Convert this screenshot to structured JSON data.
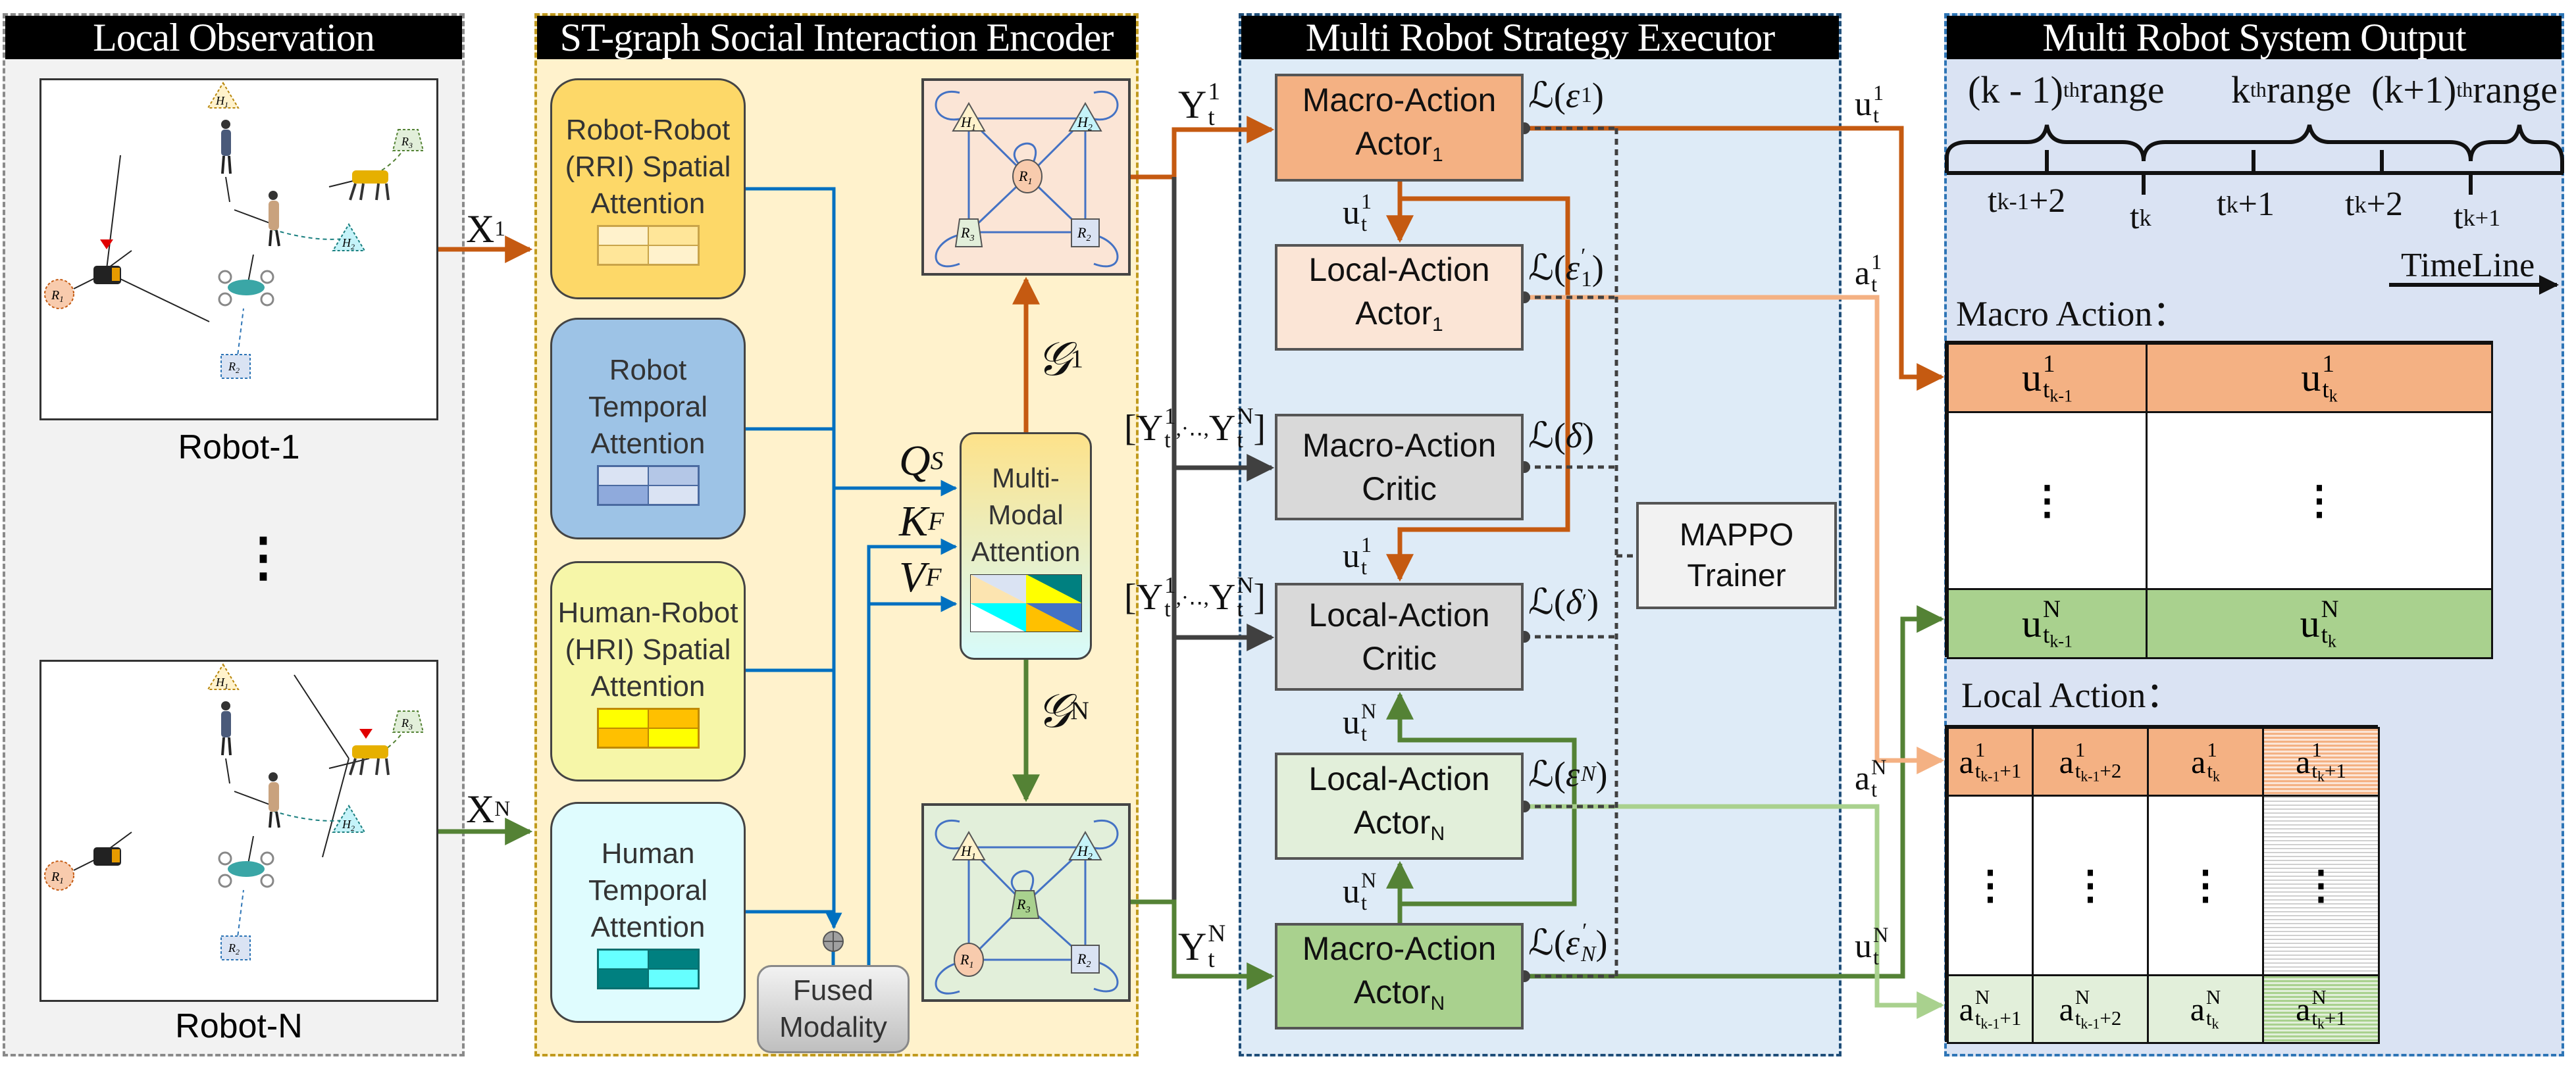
{
  "colors": {
    "orange": "#c55a11",
    "light_orange": "#f4b183",
    "green": "#548235",
    "light_green": "#a9d18e",
    "blue": "#0070c0",
    "dark": "#404040"
  },
  "panels": {
    "observation": {
      "title": "Local Observation",
      "robot_1_label": "Robot-1",
      "robot_n_label": "Robot-N",
      "ellipsis": "⋮"
    },
    "encoder": {
      "title": "ST-graph Social Interaction Encoder"
    },
    "executor": {
      "title": "Multi Robot Strategy Executor"
    },
    "output": {
      "title": "Multi Robot System Output"
    }
  },
  "nodes": {
    "R1": {
      "base": "R",
      "sub": "1"
    },
    "R2": {
      "base": "R",
      "sub": "2"
    },
    "R3": {
      "base": "R",
      "sub": "3"
    },
    "H1": {
      "base": "H",
      "sub": "1"
    },
    "H2": {
      "base": "H",
      "sub": "2"
    }
  },
  "encoder": {
    "rri": [
      "Robot-Robot",
      "(RRI) Spatial",
      "Attention"
    ],
    "robot_temporal": [
      "Robot",
      "Temporal",
      "Attention"
    ],
    "hri": [
      "Human-Robot",
      "(HRI) Spatial",
      "Attention"
    ],
    "human_temporal": [
      "Human",
      "Temporal",
      "Attention"
    ],
    "multimodal": [
      "Multi-",
      "Modal",
      "Attention"
    ],
    "fused": [
      "Fused",
      "Modality"
    ],
    "q": {
      "base": "Q",
      "sub": "S"
    },
    "k": {
      "base": "K",
      "sub": "F"
    },
    "v": {
      "base": "V",
      "sub": "F"
    },
    "g1": {
      "base": "𝒢",
      "sup": "1"
    },
    "gN": {
      "base": "𝒢",
      "sup": "N"
    }
  },
  "signals": {
    "x1": {
      "base": "X",
      "sup": "1"
    },
    "xN": {
      "base": "X",
      "sup": "N"
    },
    "y1": {
      "base": "Y",
      "sup": "1",
      "sub": "t"
    },
    "yN": {
      "base": "Y",
      "sup": "N",
      "sub": "t"
    },
    "y_all": {
      "open": "[",
      "first": "Y",
      "first_sup": "1",
      "first_sub": "t",
      "mid": ",·‥,",
      "last": "Y",
      "last_sup": "N",
      "last_sub": "t",
      "close": "]"
    },
    "u1": {
      "base": "u",
      "sup": "1",
      "sub": "t"
    },
    "uN": {
      "base": "u",
      "sup": "N",
      "sub": "t"
    },
    "a1": {
      "base": "a",
      "sup": "1",
      "sub": "t"
    },
    "aN": {
      "base": "a",
      "sup": "N",
      "sub": "t"
    }
  },
  "executor": {
    "macro_actor_1": {
      "line1": "Macro-Action",
      "line2": "Actor",
      "sub": "1"
    },
    "local_actor_1": {
      "line1": "Local-Action",
      "line2": "Actor",
      "sub": "1"
    },
    "macro_critic": {
      "line1": "Macro-Action",
      "line2": "Critic"
    },
    "local_critic": {
      "line1": "Local-Action",
      "line2": "Critic"
    },
    "local_actor_n": {
      "line1": "Local-Action",
      "line2": "Actor",
      "sub": "N"
    },
    "macro_actor_n": {
      "line1": "Macro-Action",
      "line2": "Actor",
      "sub": "N"
    },
    "trainer": [
      "MAPPO",
      "Trainer"
    ],
    "losses": [
      {
        "pre": "ℒ(",
        "sym": "ε",
        "sup": "",
        "sub": "1",
        "post": ")"
      },
      {
        "pre": "ℒ(",
        "sym": "ε",
        "sup": "′",
        "sub": "1",
        "post": ")"
      },
      {
        "pre": "ℒ(",
        "sym": "δ",
        "sup": "",
        "sub": "",
        "post": ")"
      },
      {
        "pre": "ℒ(",
        "sym": "δ",
        "sup": "′",
        "sub": "",
        "post": ")"
      },
      {
        "pre": "ℒ(",
        "sym": "ε",
        "sup": "",
        "sub": "N",
        "post": ")"
      },
      {
        "pre": "ℒ(",
        "sym": "ε",
        "sup": "′",
        "sub": "N",
        "post": ")"
      }
    ]
  },
  "output": {
    "ranges": [
      {
        "pre": "(k - 1)",
        "sup": "th",
        "post": " range"
      },
      {
        "pre": "k",
        "sup": "th",
        "post": "range"
      },
      {
        "pre": "(k+1)",
        "sup": "th",
        "post": " range"
      }
    ],
    "ticks": [
      {
        "base": "t",
        "sub": "k-1",
        "post": " +2"
      },
      {
        "base": "t",
        "sub": "k",
        "post": ""
      },
      {
        "base": "t",
        "sub": "k",
        "post": " +1"
      },
      {
        "base": "t",
        "sub": "k",
        "post": " +2"
      },
      {
        "base": "t",
        "sub": "k+1",
        "post": ""
      }
    ],
    "timeline_label": "TimeLine",
    "macro_title": "Macro Action：",
    "local_title": "Local Action：",
    "macro_table": {
      "row_1": [
        {
          "base": "u",
          "sup": "1",
          "sub": "t",
          "subsub": "k-1",
          "tail": ""
        },
        {
          "base": "u",
          "sup": "1",
          "sub": "t",
          "subsub": "k",
          "tail": ""
        }
      ],
      "row_mid": [
        "⋮",
        "⋮"
      ],
      "row_n": [
        {
          "base": "u",
          "sup": "N",
          "sub": "t",
          "subsub": "k-1",
          "tail": ""
        },
        {
          "base": "u",
          "sup": "N",
          "sub": "t",
          "subsub": "k",
          "tail": ""
        }
      ]
    },
    "local_table": {
      "row_1": [
        {
          "base": "a",
          "sup": "1",
          "sub": "t",
          "subsub": "k-1",
          "tail": "+1"
        },
        {
          "base": "a",
          "sup": "1",
          "sub": "t",
          "subsub": "k-1",
          "tail": "+2"
        },
        {
          "base": "a",
          "sup": "1",
          "sub": "t",
          "subsub": "k",
          "tail": ""
        },
        {
          "base": "a",
          "sup": "1",
          "sub": "t",
          "subsub": "k",
          "tail": "+1"
        }
      ],
      "row_mid": [
        "⋮",
        "⋮",
        "⋮",
        "⋮"
      ],
      "row_n": [
        {
          "base": "a",
          "sup": "N",
          "sub": "t",
          "subsub": "k-1",
          "tail": "+1"
        },
        {
          "base": "a",
          "sup": "N",
          "sub": "t",
          "subsub": "k-1",
          "tail": "+2"
        },
        {
          "base": "a",
          "sup": "N",
          "sub": "t",
          "subsub": "k",
          "tail": ""
        },
        {
          "base": "a",
          "sup": "N",
          "sub": "t",
          "subsub": "k",
          "tail": "+1"
        }
      ]
    }
  }
}
